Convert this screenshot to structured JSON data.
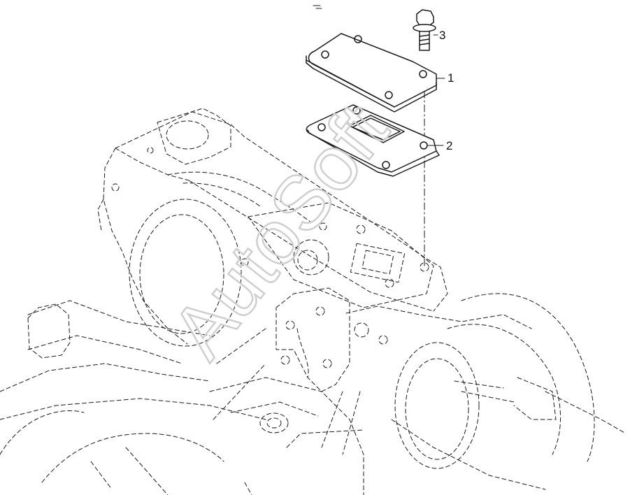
{
  "callouts": {
    "part_1": "1",
    "part_2": "2",
    "part_3": "3"
  },
  "watermark": {
    "text": "AutoSoft",
    "color": "#d8d8d8"
  },
  "colors": {
    "line": "#1a1a1a",
    "background": "#ffffff"
  },
  "icons": {
    "bolt": "hex-flange-bolt-icon",
    "cover": "cover-plate-icon",
    "gasket": "gasket-icon"
  }
}
